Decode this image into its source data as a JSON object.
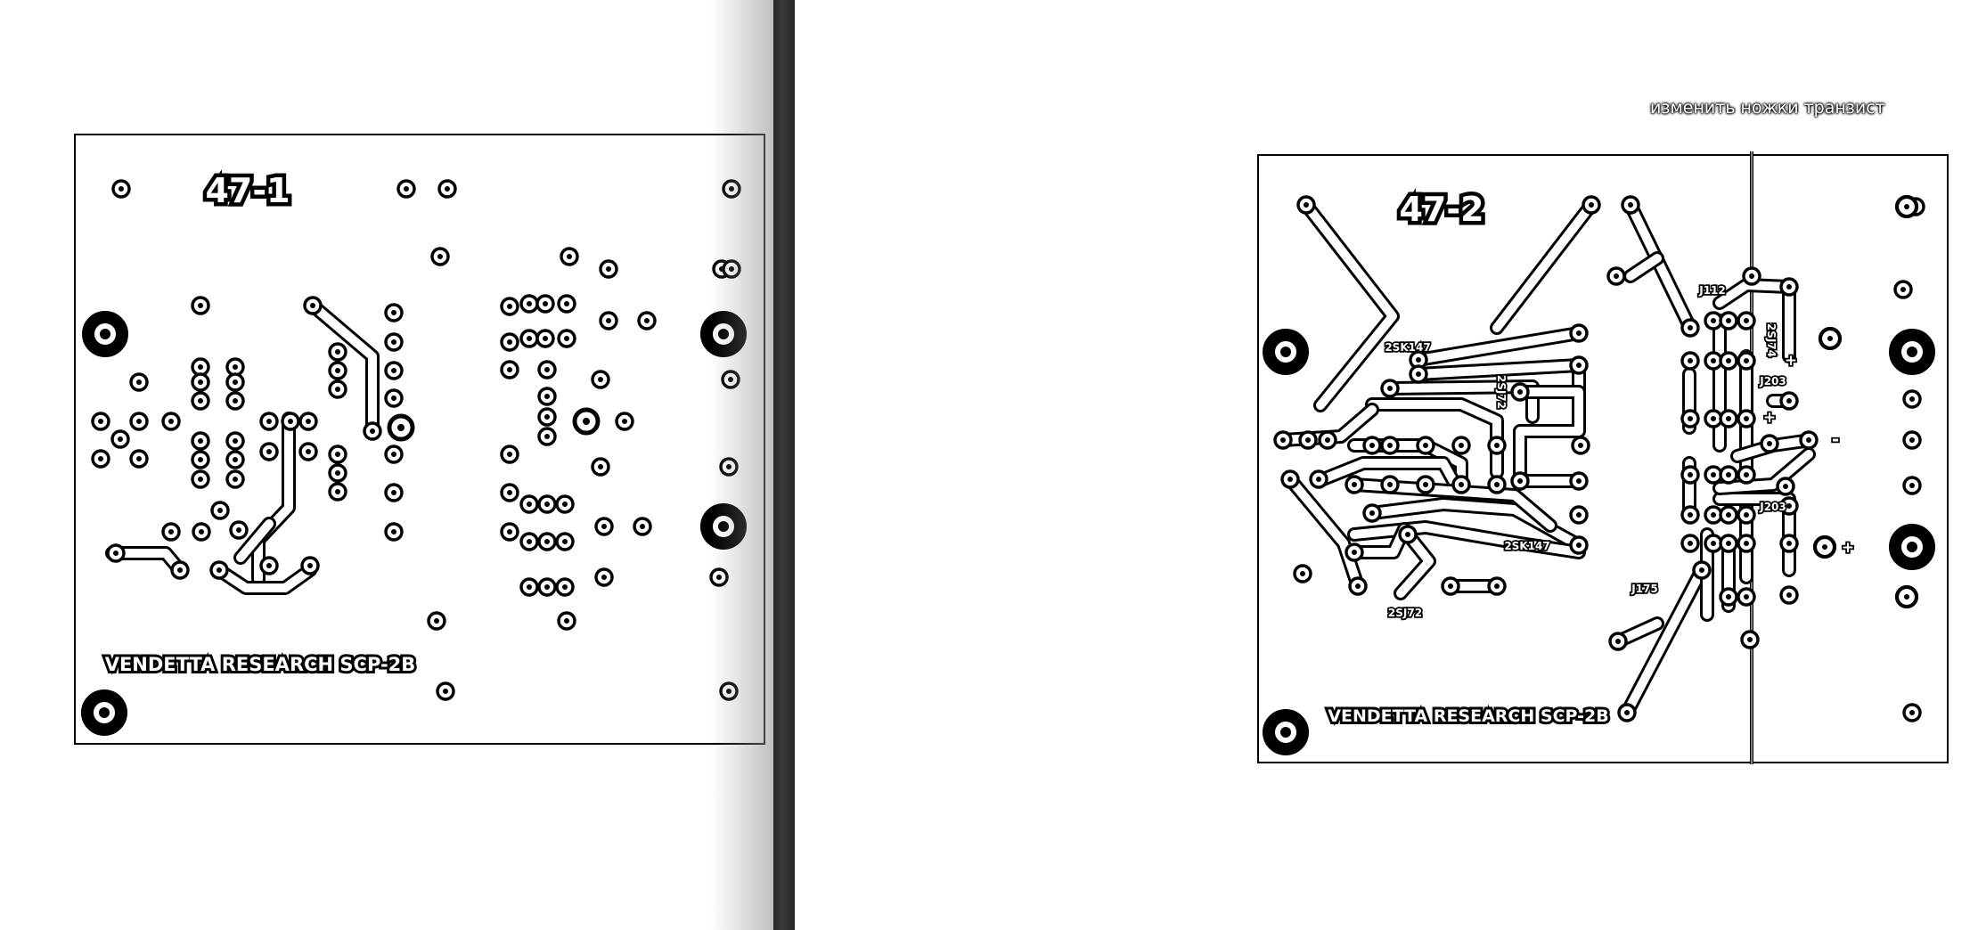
{
  "viewer": {
    "left_page": {
      "board_label": "47-1",
      "silkscreen": "VENDETTA RESEARCH SCP-2B"
    },
    "right_page": {
      "board_label": "47-2",
      "silkscreen": "VENDETTA RESEARCH SCP-2B",
      "annotation": "изменить ножки транзист",
      "part_labels": {
        "q_top": "2SK147",
        "q_mid_vertical": "2SJ72",
        "q_bottom": "2SK147",
        "q_bottom_left": "2SJ72",
        "j112": "J112",
        "j175": "J175",
        "j203_a": "J203",
        "j203_b": "J203",
        "vertical_top": "2SJ74",
        "plus_a": "+",
        "plus_b": "+",
        "minus": "-",
        "plus_c": "+"
      }
    },
    "colors": {
      "copper": "#000000",
      "background": "#ffffff",
      "divider": "#2f2f2f"
    }
  }
}
